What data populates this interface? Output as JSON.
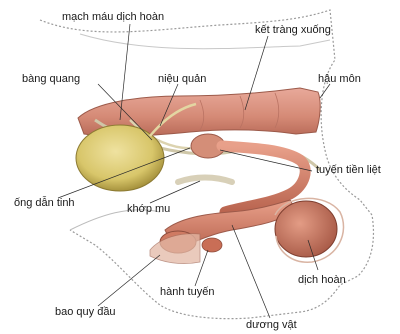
{
  "labels": {
    "testicular_vessels": "mạch máu dịch hoàn",
    "descending_colon": "kết tràng xuống",
    "bladder": "bàng quang",
    "ureter": "niệu quản",
    "anus": "hậu môn",
    "prostate": "tuyến tiền liệt",
    "vas_deferens": "ống dẫn tinh",
    "pubic_symphysis": "khớp mu",
    "prepuce": "bao quy đầu",
    "bulbourethral_gland": "hành tuyến",
    "testis": "dịch hoàn",
    "penis": "dương vật"
  },
  "colors": {
    "leader_line": "#2a2a2a",
    "bladder": "#d8c66a",
    "colon": "#d58a76",
    "penis": "#d17f66",
    "testis": "#c7765f",
    "vessel": "#cfc7a8",
    "body_outline": "#9a9a9a"
  }
}
